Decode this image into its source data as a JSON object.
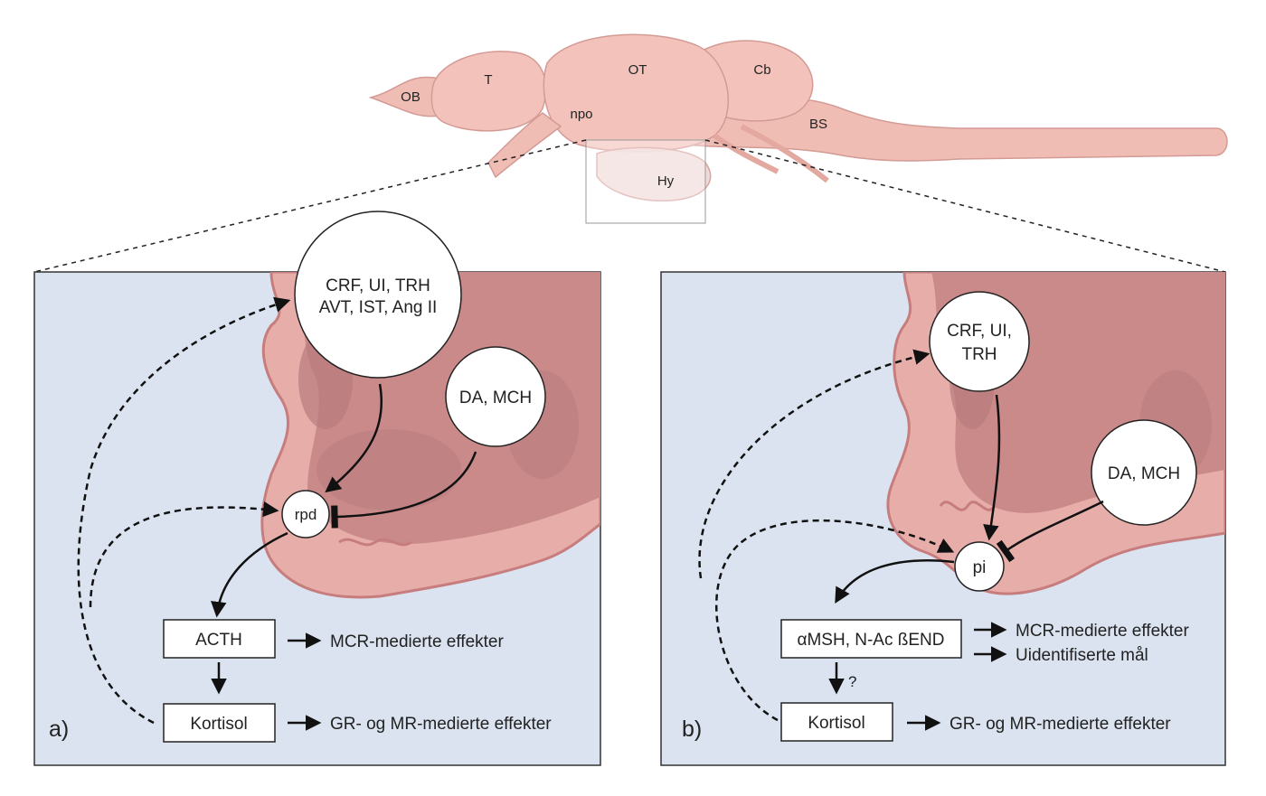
{
  "brain": {
    "labels": {
      "ob": "OB",
      "t": "T",
      "ot": "OT",
      "cb": "Cb",
      "npo": "npo",
      "bs": "BS",
      "hy": "Hy"
    }
  },
  "panel_a": {
    "tag": "a)",
    "hypothalamus_line1": "CRF, UI, TRH",
    "hypothalamus_line2": "AVT, IST, Ang II",
    "inhibitor": "DA, MCH",
    "target_cell": "rpd",
    "hormone_box": "ACTH",
    "hormone_effect": "MCR-medierte effekter",
    "cortisol_box": "Kortisol",
    "cortisol_effect": "GR- og MR-medierte effekter"
  },
  "panel_b": {
    "tag": "b)",
    "hypothalamus_line1": "CRF, UI,",
    "hypothalamus_line2": "TRH",
    "inhibitor": "DA, MCH",
    "target_cell": "pi",
    "hormone_box": "αMSH, N-Ac ßEND",
    "hormone_effect_1": "MCR-medierte effekter",
    "hormone_effect_2": "Uidentifiserte mål",
    "uncertain_mark": "?",
    "cortisol_box": "Kortisol",
    "cortisol_effect": "GR- og MR-medierte effekter"
  },
  "colors": {
    "background_panel": "#dae3ef",
    "tissue_light": "#e7aea9",
    "tissue_dark": "#c98a89",
    "tissue_deep": "#b97a7d",
    "brain_fill": "#f3c3bb",
    "outline": "#333333"
  }
}
